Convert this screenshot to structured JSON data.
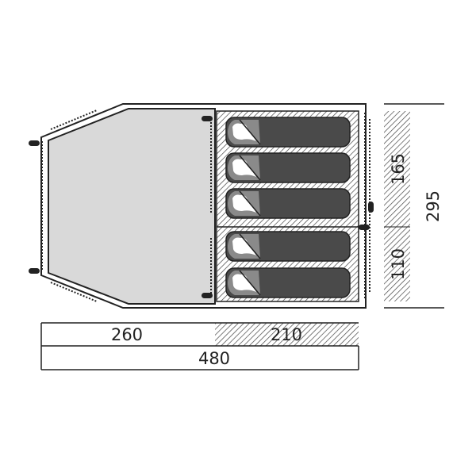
{
  "title": "Tent floor plan",
  "dimensions": {
    "living_length": "260",
    "bedroom_length": "210",
    "total_length": "480",
    "bedroom_front_width": "165",
    "bedroom_rear_width": "110",
    "total_width": "295"
  },
  "sleeping_bags": 5,
  "colors": {
    "floor": "#d9d9d9",
    "bag": "#4a4a4a",
    "line": "#222222"
  }
}
